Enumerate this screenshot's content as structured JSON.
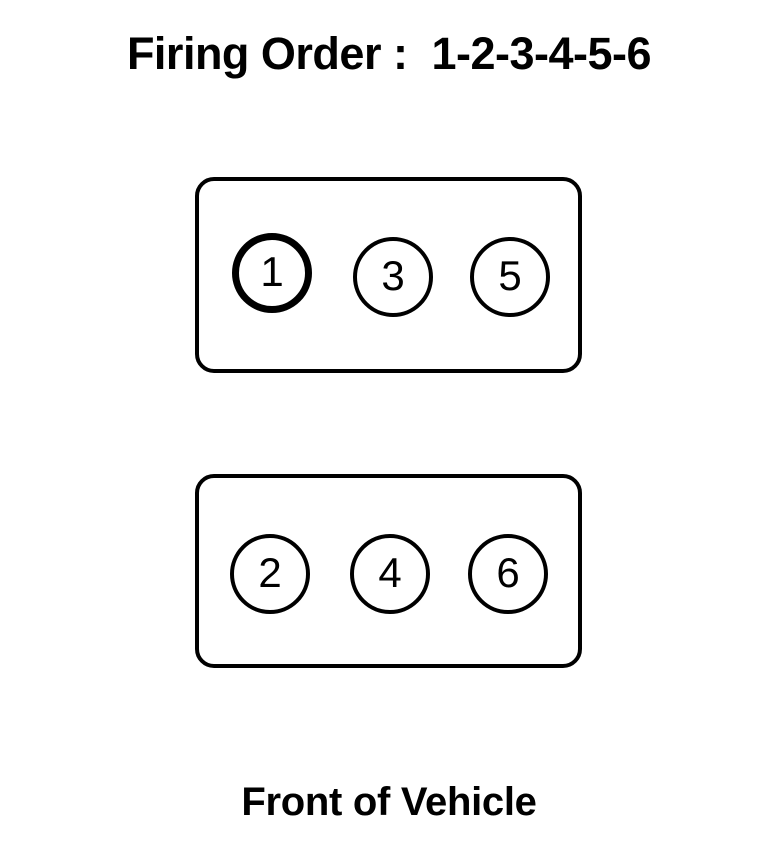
{
  "diagram": {
    "title": "Firing Order :  1-2-3-4-5-6",
    "title_label": "Firing Order :",
    "firing_order_sequence": "1-2-3-4-5-6",
    "footer": "Front of Vehicle",
    "ink_color": "#000000",
    "background_color": "#ffffff",
    "banks": [
      {
        "name": "top-bank",
        "cylinders": [
          {
            "number": "1",
            "highlighted": true
          },
          {
            "number": "3",
            "highlighted": false
          },
          {
            "number": "5",
            "highlighted": false
          }
        ]
      },
      {
        "name": "bottom-bank",
        "cylinders": [
          {
            "number": "2",
            "highlighted": false
          },
          {
            "number": "4",
            "highlighted": false
          },
          {
            "number": "6",
            "highlighted": false
          }
        ]
      }
    ]
  }
}
